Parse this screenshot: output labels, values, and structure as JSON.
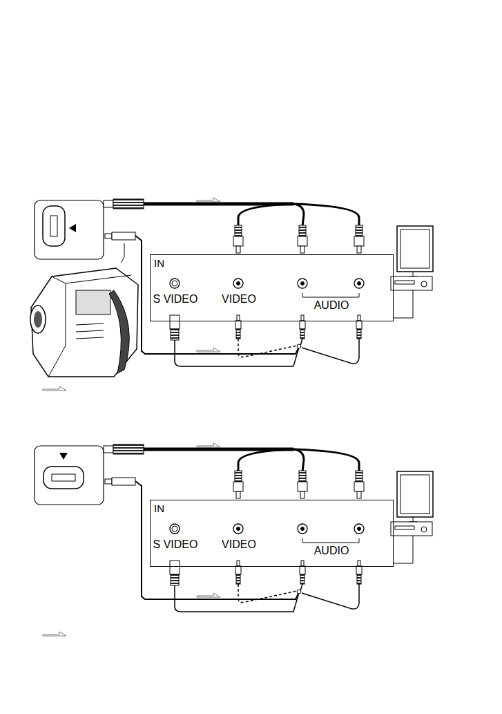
{
  "diagram": {
    "nodes": [
      {
        "text": [
          "IN",
          "S VIDEO",
          "VIDEO",
          "AUDIO"
        ]
      },
      {
        "text": [
          "IN",
          "S VIDEO",
          "VIDEO",
          "AUDIO"
        ]
      }
    ]
  }
}
